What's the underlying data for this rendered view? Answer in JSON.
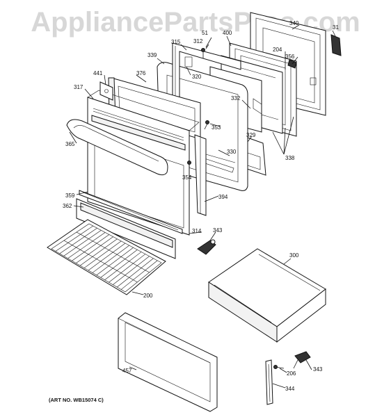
{
  "watermark": "AppliancePartsPros.com",
  "art_number": "(ART NO. WB15074 C)",
  "callouts": {
    "c200": "200",
    "c204": "204",
    "c206": "206",
    "c300": "300",
    "c312": "312",
    "c314": "314",
    "c315": "315",
    "c317": "317",
    "c320": "320",
    "c329": "329",
    "c330": "330",
    "c332": "332",
    "c338": "338",
    "c339": "339",
    "c340": "340",
    "c343a": "343",
    "c343b": "343",
    "c344": "344",
    "c353": "353",
    "c354": "354",
    "c356": "356",
    "c359": "359",
    "c362": "362",
    "c365": "365",
    "c376": "376",
    "c394": "394",
    "c400": "400",
    "c441": "441",
    "c457": "457",
    "c31": "31",
    "c51": "51"
  }
}
